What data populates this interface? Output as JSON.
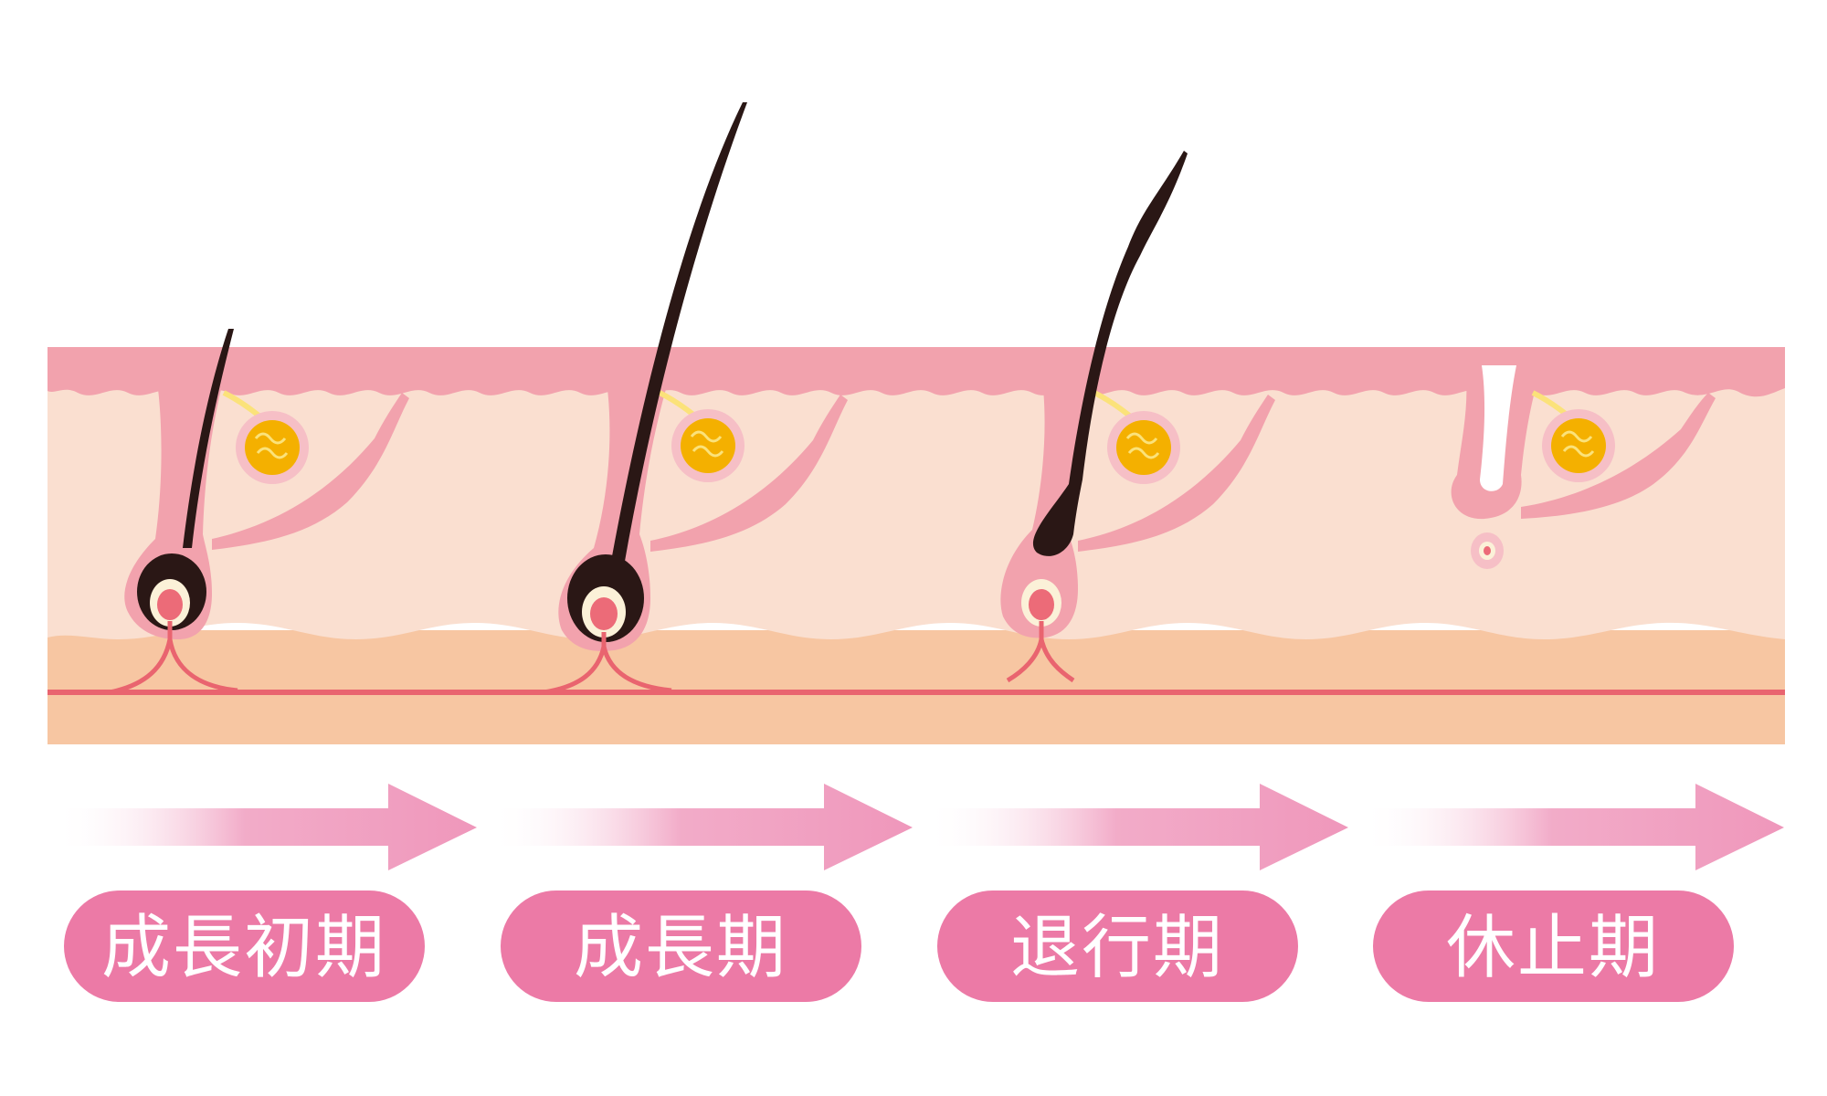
{
  "colors": {
    "epidermis": "#f2a2ad",
    "epidermis_light": "#f6bfc6",
    "dermis": "#fadfd0",
    "subcutis": "#f7c6a2",
    "vessel": "#e9646f",
    "hair": "#2a1715",
    "gland": "#f4b000",
    "gland_line": "#fbe27a",
    "papilla": "#ec6b78",
    "papilla_ring": "#fbf1d8",
    "label_bg": "#ec7aa6",
    "arrow": "#ef97bb"
  },
  "stages": [
    {
      "label": "成長初期"
    },
    {
      "label": "成長期"
    },
    {
      "label": "退行期"
    },
    {
      "label": "休止期"
    }
  ]
}
